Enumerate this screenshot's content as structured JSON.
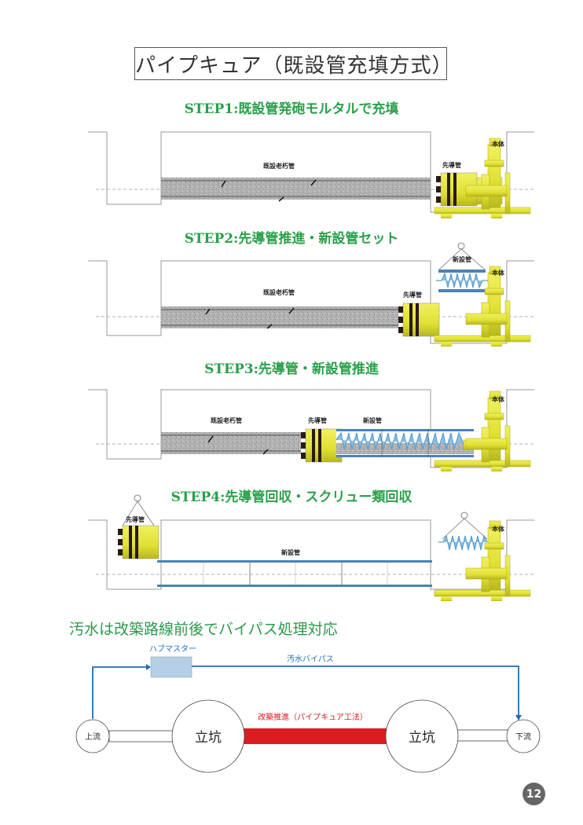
{
  "title": "パイプキュア（既設管充填方式）",
  "steps": [
    {
      "title": "STEP1:既設管発砲モルタルで充填",
      "labels": {
        "old_pipe": "既設老朽管",
        "lead_pipe": "先導管",
        "main_unit": "本体"
      }
    },
    {
      "title": "STEP2:先導管推進・新設管セット",
      "labels": {
        "old_pipe": "既設老朽管",
        "lead_pipe": "先導管",
        "new_pipe": "新設管",
        "main_unit": "本体"
      }
    },
    {
      "title": "STEP3:先導管・新設管推進",
      "labels": {
        "old_pipe": "既設老朽管",
        "lead_pipe": "先導管",
        "new_pipe": "新設管",
        "main_unit": "本体"
      }
    },
    {
      "title": "STEP4:先導管回収・スクリュー類回収",
      "labels": {
        "lead_pipe": "先導管",
        "new_pipe": "新設管",
        "main_unit": "本体"
      }
    }
  ],
  "bypass": {
    "title": "汚水は改築路線前後でバイパス処理対応",
    "pump_label": "ハブマスター",
    "bypass_label": "汚水バイパス",
    "upstream": "上流",
    "downstream": "下流",
    "shaft_left": "立坑",
    "shaft_right": "立坑",
    "renewal_label": "改築推進（パイプキュア工法）"
  },
  "colors": {
    "step_title": "#2aa04a",
    "machine_yellow": "#e2e23a",
    "pipe_blue": "#4a82b8",
    "screw_blue": "#8fbfe0",
    "renewal_red": "#d81e20",
    "bypass_blue": "#1f6db3",
    "mortar_gray": "#a9a9a9"
  },
  "page_number": "12"
}
